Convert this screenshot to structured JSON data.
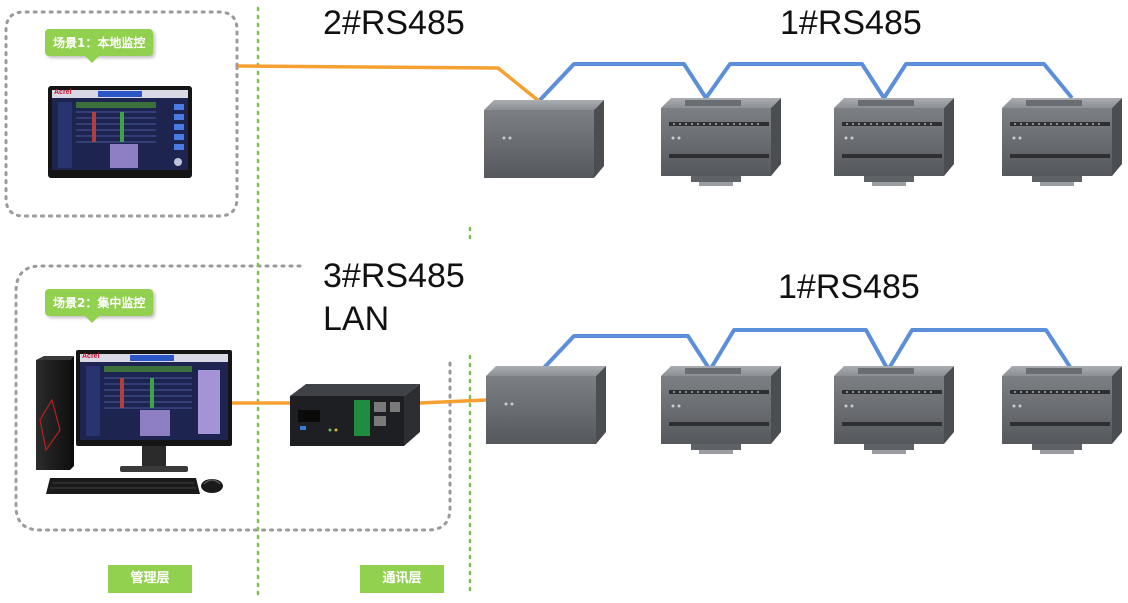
{
  "labels": {
    "bus_2": "2#RS485",
    "bus_1_top": "1#RS485",
    "bus_3": "3#RS485",
    "lan": "LAN",
    "bus_1_bottom": "1#RS485"
  },
  "scenes": {
    "scene_1": "场景1：本地监控",
    "scene_2": "场景2：集中监控"
  },
  "layers": {
    "management": "管理层",
    "communication": "通讯层"
  },
  "brand": "Acrel",
  "colors": {
    "rs485_line": "#f5a030",
    "bus_line": "#5b8fd9",
    "layer_divider": "#7cc24a",
    "tag_bg": "#92d050",
    "dotted_box": "#9a9a9a"
  }
}
